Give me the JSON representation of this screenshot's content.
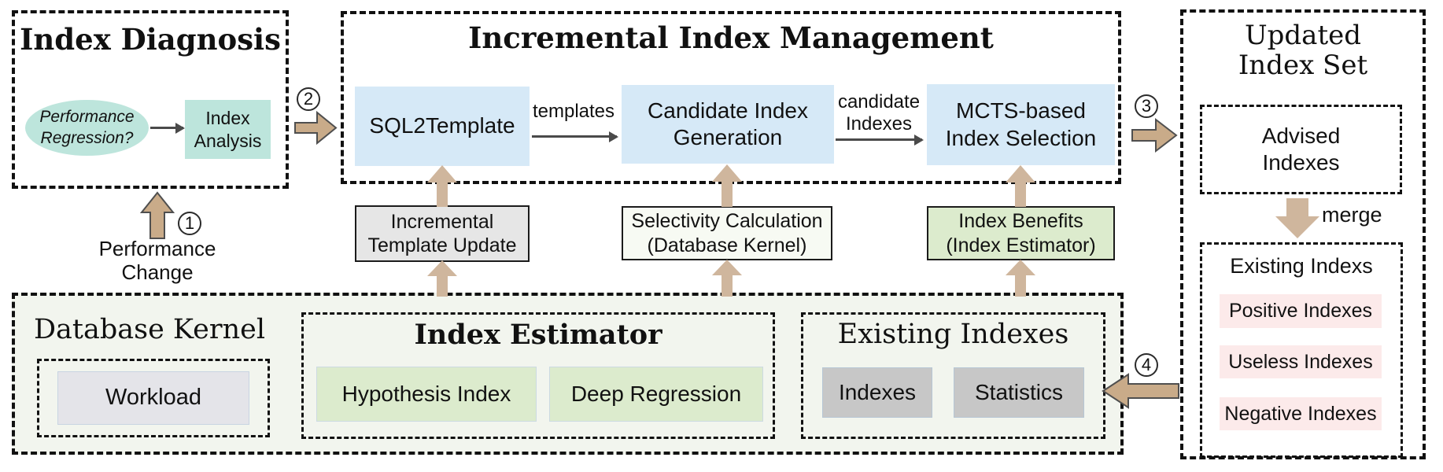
{
  "colors": {
    "teal": "#bde5dc",
    "blue": "#d6e9f7",
    "green": "#dcebcd",
    "light_green_bg": "#f2f5ee",
    "near_white": "#f7faf3",
    "gray": "#e6e6e6",
    "dark_gray": "#c7c7c7",
    "workload_gray": "#e4e4e9",
    "pink": "#fceaea",
    "tan": "#c9ab89",
    "tan_light": "#cfb69d"
  },
  "flow": {
    "step1": "1",
    "step2": "2",
    "step3": "3",
    "step4": "4",
    "performance_change": "Performance\nChange",
    "merge": "merge"
  },
  "index_diagnosis": {
    "title": "Index Diagnosis",
    "performance_regression": "Performance\nRegression?",
    "index_analysis": "Index\nAnalysis"
  },
  "management": {
    "title": "Incremental Index Management",
    "sql2template": "SQL2Template",
    "templates_label": "templates",
    "candidate_generation": "Candidate Index\nGeneration",
    "candidate_indexes_label": "candidate\nIndexes",
    "mcts_selection": "MCTS-based\nIndex Selection"
  },
  "middle_row": {
    "incremental_template_update": "Incremental\nTemplate Update",
    "selectivity_calculation": "Selectivity Calculation\n(Database Kernel)",
    "index_benefits": "Index Benefits\n(Index Estimator)"
  },
  "database_kernel": {
    "title": "Database Kernel",
    "workload": "Workload"
  },
  "index_estimator": {
    "title": "Index Estimator",
    "hypothesis_index": "Hypothesis Index",
    "deep_regression": "Deep Regression"
  },
  "existing_indexes_bottom": {
    "title": "Existing Indexes",
    "indexes": "Indexes",
    "statistics": "Statistics"
  },
  "updated_index_set": {
    "title": "Updated\nIndex Set",
    "advised_indexes": "Advised\nIndexes",
    "existing_indexs_title": "Existing Indexs",
    "positive_indexes": "Positive Indexes",
    "useless_indexes": "Useless Indexes",
    "negative_indexes": "Negative Indexes"
  }
}
